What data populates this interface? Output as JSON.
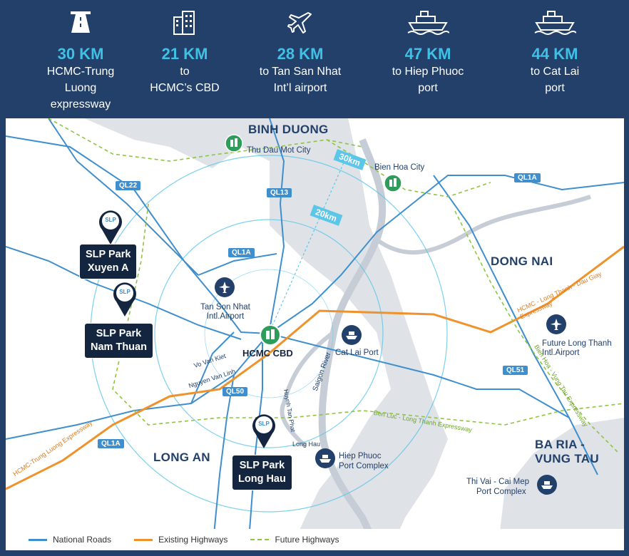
{
  "stats": [
    {
      "icon": "highway-icon",
      "km": "30 KM",
      "lines": [
        "HCMC-Trung",
        "Luong",
        "expressway"
      ]
    },
    {
      "icon": "city-buildings-icon",
      "km": "21 KM",
      "lines": [
        "to",
        "HCMC’s CBD"
      ]
    },
    {
      "icon": "airplane-icon",
      "km": "28 KM",
      "lines": [
        "to Tan San Nhat",
        "Int’l airport"
      ]
    },
    {
      "icon": "ship-icon",
      "km": "47 KM",
      "lines": [
        "to Hiep Phuoc",
        "port"
      ]
    },
    {
      "icon": "ship-icon",
      "km": "44 KM",
      "lines": [
        "to Cat Lai",
        "port"
      ]
    }
  ],
  "map": {
    "regions": {
      "binh_duong": "BINH DUONG",
      "dong_nai": "DONG NAI",
      "long_an": "LONG AN",
      "ba_ria_1": "BA RIA -",
      "ba_ria_2": "VUNG TAU"
    },
    "cities": {
      "thu_dau_mot": "Thu Dau Mot City",
      "bien_hoa": "Bien Hoa City",
      "cbd": "HCMC CBD",
      "tsn_1": "Tan Son Nhat",
      "tsn_2": "Intl.Airport",
      "cat_lai": "Cat Lai Port",
      "hiep_1": "Hiep Phuoc",
      "hiep_2": "Port Complex",
      "lt_1": "Future Long Thanh",
      "lt_2": "Intl.Airport",
      "cm_1": "Thi Vai - Cai Mep",
      "cm_2": "Port Complex"
    },
    "roads": {
      "ql22": "QL22",
      "ql13": "QL13",
      "ql1a_top": "QL1A",
      "ql1a_mid": "QL1A",
      "ql1a_bot": "QL1A",
      "ql50": "QL50",
      "ql51": "QL51"
    },
    "streets": {
      "vo_van_kiet": "Vo Van Kiet",
      "nguyen_van_linh": "Nguyen Van Linh",
      "huynh_tan_phat": "Huynh Tan Phat",
      "long_hau": "Long Hau",
      "saigon_river": "Saigon River"
    },
    "highways": {
      "lt_dg": "HCMC - Long Thanh - Dau Giay Expressway",
      "tl": "HCMC-Trung Luong Expressway",
      "bl_lt": "Ben Luc - Long Thanh Expressway",
      "bh_vt": "Bien Hoa - Vung Tau Expressway"
    },
    "distances": {
      "r30": "30km",
      "r20": "20km"
    },
    "parks": {
      "xuyen_a": [
        "SLP Park",
        "Xuyen A"
      ],
      "nam_thuan": [
        "SLP Park",
        "Nam Thuan"
      ],
      "long_hau": [
        "SLP Park",
        "Long Hau"
      ]
    },
    "pin_logo": "SLP"
  },
  "legend": {
    "national": "National Roads",
    "existing": "Existing Highways",
    "future": "Future Highways"
  },
  "colors": {
    "navy": "#22406a",
    "accent": "#3fc1e6",
    "road": "#3f8fce",
    "highway": "#f0922b",
    "future": "#8cc63f",
    "park": "#14263f",
    "green_icon": "#2e9c5a"
  }
}
